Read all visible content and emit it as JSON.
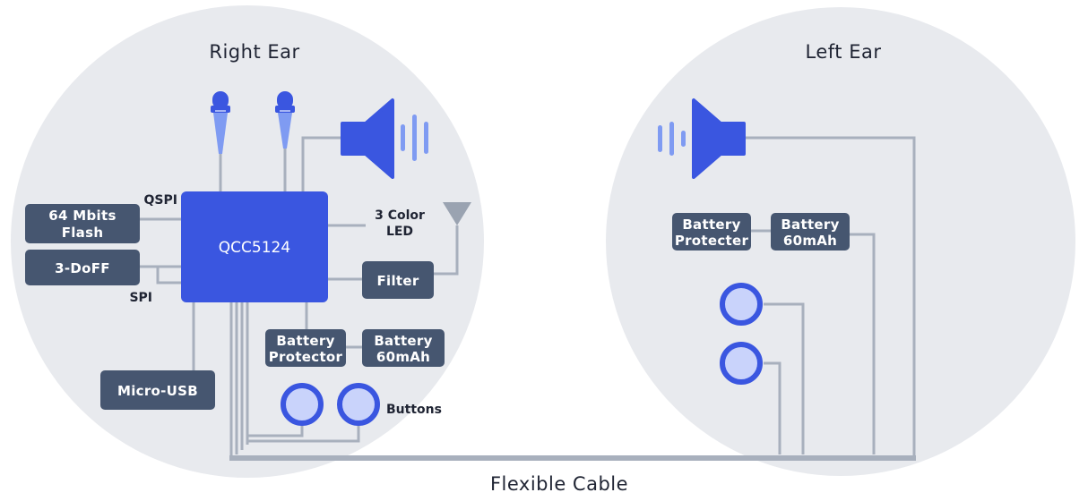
{
  "right_ear": {
    "title": "Right Ear",
    "chip": "QCC5124",
    "flash": [
      "64 Mbits",
      "Flash"
    ],
    "dof": "3-DoFF",
    "micro_usb": "Micro-USB",
    "filter": "Filter",
    "qspi": "QSPI",
    "spi": "SPI",
    "led": [
      "3 Color",
      "LED"
    ],
    "battery_protector": [
      "Battery",
      "Protector"
    ],
    "battery": [
      "Battery",
      "60mAh"
    ],
    "buttons": "Buttons"
  },
  "left_ear": {
    "title": "Left Ear",
    "battery_protector": [
      "Battery",
      "Protecter"
    ],
    "battery": [
      "Battery",
      "60mAh"
    ]
  },
  "cable_label": "Flexible Cable",
  "colors": {
    "ear_bg": "#e8eaee",
    "chip": "#3a56e0",
    "box": "#465670",
    "wire": "#a8b0bd",
    "accent": "#3a56e0",
    "button_fill": "#c9d3fb",
    "antenna": "#9aa3b1"
  },
  "icons": [
    "microphone-icon",
    "speaker-icon",
    "antenna-icon",
    "button-icon"
  ]
}
